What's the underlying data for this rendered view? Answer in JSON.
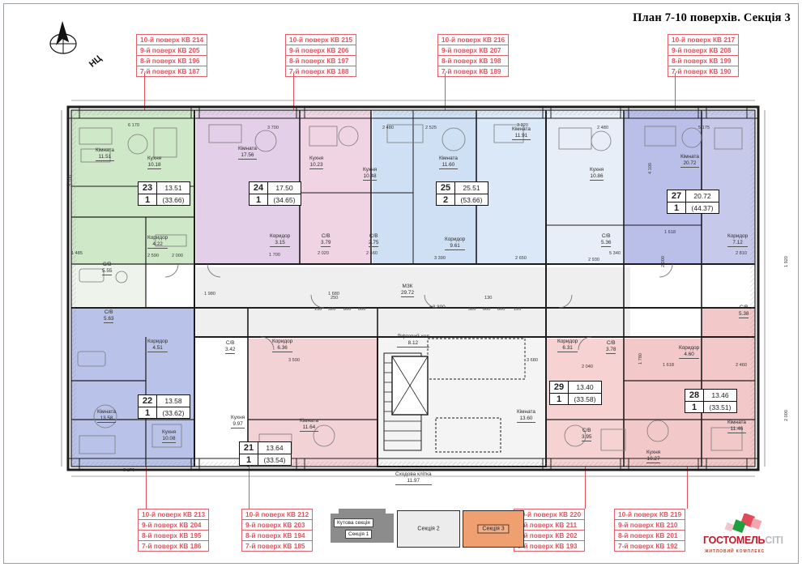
{
  "sheet": {
    "title": "План 7-10 поверхів. Секція 3",
    "compass_label": "НЦ"
  },
  "callouts": [
    {
      "id": "top-214",
      "lines": [
        "10-й поверх КВ  214",
        "9-й поверх КВ  205",
        "8-й поверх КВ  196",
        "7-й поверх КВ  187"
      ]
    },
    {
      "id": "top-215",
      "lines": [
        "10-й поверх КВ  215",
        "9-й поверх КВ  206",
        "8-й поверх КВ  197",
        "7-й поверх КВ  188"
      ]
    },
    {
      "id": "top-216",
      "lines": [
        "10-й поверх КВ  216",
        "9-й поверх КВ  207",
        "8-й поверх КВ  198",
        "7-й поверх КВ  189"
      ]
    },
    {
      "id": "top-217",
      "lines": [
        "10-й поверх КВ  217",
        "9-й поверх КВ  208",
        "8-й поверх КВ  199",
        "7-й поверх КВ  190"
      ]
    },
    {
      "id": "bot-213",
      "lines": [
        "10-й поверх КВ  213",
        "9-й поверх КВ  204",
        "8-й поверх КВ  195",
        "7-й поверх КВ  186"
      ]
    },
    {
      "id": "bot-212",
      "lines": [
        "10-й поверх КВ  212",
        "9-й поверх КВ  203",
        "8-й поверх КВ  194",
        "7-й поверх КВ  185"
      ]
    },
    {
      "id": "bot-220",
      "lines": [
        "10-й поверх КВ  220",
        "9-й поверх КВ  211",
        "8-й поверх КВ  202",
        "7-й поверх КВ  193"
      ]
    },
    {
      "id": "bot-219",
      "lines": [
        "10-й поверх КВ  219",
        "9-й поверх КВ  210",
        "8-й поверх КВ  201",
        "7-й поверх КВ  192"
      ]
    }
  ],
  "badges": [
    {
      "no": "23",
      "rooms": "1",
      "living": "13.51",
      "total": "(33.66)"
    },
    {
      "no": "24",
      "rooms": "1",
      "living": "17.50",
      "total": "(34.65)"
    },
    {
      "no": "25",
      "rooms": "2",
      "living": "25.51",
      "total": "(53.66)"
    },
    {
      "no": "27",
      "rooms": "1",
      "living": "20.72",
      "total": "(44.37)"
    },
    {
      "no": "22",
      "rooms": "1",
      "living": "13.58",
      "total": "(33.62)"
    },
    {
      "no": "21",
      "rooms": "1",
      "living": "13.64",
      "total": "(33.54)"
    },
    {
      "no": "29",
      "rooms": "1",
      "living": "13.40",
      "total": "(33.58)"
    },
    {
      "no": "28",
      "rooms": "1",
      "living": "13.46",
      "total": "(33.51)"
    }
  ],
  "rooms": [
    {
      "id": "r1",
      "name": "Кімната",
      "area": "11.51"
    },
    {
      "id": "r2",
      "name": "Кухня",
      "area": "10.18"
    },
    {
      "id": "r3",
      "name": "Коридор",
      "area": "4.22"
    },
    {
      "id": "r4",
      "name": "С/В",
      "area": "5.55"
    },
    {
      "id": "r5",
      "name": "Кімната",
      "area": "17.56"
    },
    {
      "id": "r6",
      "name": "Кухня",
      "area": "10.23"
    },
    {
      "id": "r7",
      "name": "Коридор",
      "area": "3.15"
    },
    {
      "id": "r8",
      "name": "С/В",
      "area": "3.79"
    },
    {
      "id": "r9",
      "name": "Кухня",
      "area": "10.48"
    },
    {
      "id": "r10",
      "name": "С/В",
      "area": "2.75"
    },
    {
      "id": "r11",
      "name": "Кімната",
      "area": "11.60"
    },
    {
      "id": "r12",
      "name": "Коридор",
      "area": "9.61"
    },
    {
      "id": "r13",
      "name": "Кімната",
      "area": "11.91"
    },
    {
      "id": "r14",
      "name": "С/В",
      "area": "5.36"
    },
    {
      "id": "r15",
      "name": "Кухня",
      "area": "10.86"
    },
    {
      "id": "r16",
      "name": "Кімната",
      "area": "20.72"
    },
    {
      "id": "r17",
      "name": "Коридор",
      "area": "7.12"
    },
    {
      "id": "r18",
      "name": "С/В",
      "area": "5.38"
    },
    {
      "id": "r19",
      "name": "С/В",
      "area": "5.63"
    },
    {
      "id": "r20",
      "name": "Коридор",
      "area": "4.51"
    },
    {
      "id": "r21",
      "name": "С/В",
      "area": "3.42"
    },
    {
      "id": "r22",
      "name": "Коридор",
      "area": "6.36"
    },
    {
      "id": "r23",
      "name": "Кімната",
      "area": "13.58"
    },
    {
      "id": "r24",
      "name": "Кухня",
      "area": "10.08"
    },
    {
      "id": "r25",
      "name": "Кухня",
      "area": "9.97"
    },
    {
      "id": "r26",
      "name": "Кімната",
      "area": "11.64"
    },
    {
      "id": "r27",
      "name": "Кімната",
      "area": "13.60"
    },
    {
      "id": "r28",
      "name": "С/В",
      "area": "3.95"
    },
    {
      "id": "r29",
      "name": "Коридор",
      "area": "6.31"
    },
    {
      "id": "r30",
      "name": "С/В",
      "area": "3.78"
    },
    {
      "id": "r31",
      "name": "Коридор",
      "area": "4.60"
    },
    {
      "id": "r32",
      "name": "Кухня",
      "area": "10.27"
    },
    {
      "id": "r33",
      "name": "Кімната",
      "area": "11.46"
    },
    {
      "id": "r34",
      "name": "МЗК",
      "area": "29.72"
    },
    {
      "id": "r35",
      "name": "Ліфтовий хол",
      "area": "8.12"
    },
    {
      "id": "r36",
      "name": "Сходова клітка",
      "area": "11.97"
    }
  ],
  "level_mark": "+3.300",
  "dimensions": {
    "top": [
      "6 170",
      "3 700",
      "2 480",
      "2 525",
      "3 220",
      "2 480",
      "5 175"
    ],
    "inner": [
      "2 590",
      "1 700",
      "2 020",
      "2 460",
      "3 390",
      "2 650",
      "2 930",
      "5 340",
      "1 618",
      "2 810"
    ],
    "left": [
      "1 485",
      "2 000",
      "1 980",
      "1 680"
    ],
    "bottom": [
      "5 170",
      "3 590",
      "3 680",
      "2 040",
      "1 618",
      "2 460"
    ],
    "mid_small": [
      "250",
      "130",
      "320",
      "800",
      "800",
      "1 440",
      "130",
      "320",
      "800",
      "800",
      "120",
      "130"
    ],
    "right": [
      "5 100",
      "4 100",
      "2 000",
      "1 780",
      "1 920",
      "2 000"
    ]
  },
  "legend": {
    "corner_top": "Кутова секція",
    "corner_bottom": "Секція 1",
    "section2": "Секція 2",
    "section3": "Секція 3"
  },
  "logo": {
    "name_red": "ГОСТОМЕЛЬ",
    "name_grey": "CITI",
    "tagline": "ЖИТЛОВИЙ КОМПЛЕКС"
  },
  "colors": {
    "callout": "#e0545f",
    "green": "#cfe8c8",
    "purple": "#e3cfe8",
    "pink": "#f0d4e4",
    "blue": "#c9dcf2",
    "lightblue": "#dbe8f7",
    "violet": "#b9bfe8",
    "red": "#f3c8c8",
    "grey": "#e9e9e9"
  }
}
